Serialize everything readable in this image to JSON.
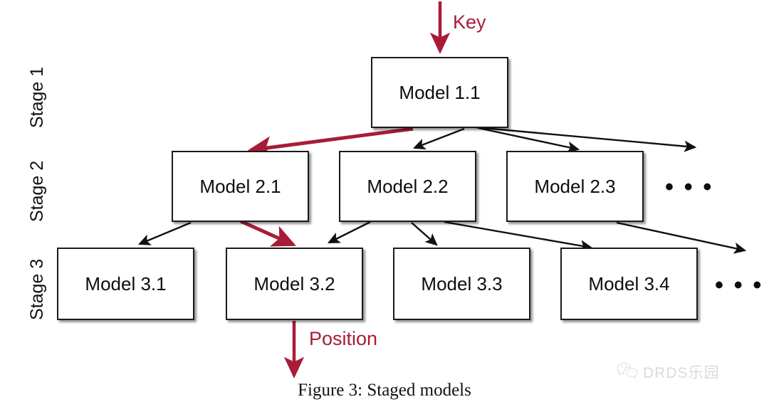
{
  "figure": {
    "caption": "Figure 3: Staged models",
    "background_color": "#ffffff",
    "accent_red": "#a81c38",
    "line_color": "#111111"
  },
  "stages": [
    {
      "label": "Stage 1"
    },
    {
      "label": "Stage 2"
    },
    {
      "label": "Stage 3"
    }
  ],
  "nodes": {
    "stage1": [
      {
        "label": "Model 1.1"
      }
    ],
    "stage2": [
      {
        "label": "Model 2.1"
      },
      {
        "label": "Model 2.2"
      },
      {
        "label": "Model 2.3"
      }
    ],
    "stage3": [
      {
        "label": "Model 3.1"
      },
      {
        "label": "Model 3.2"
      },
      {
        "label": "Model 3.3"
      },
      {
        "label": "Model 3.4"
      }
    ]
  },
  "ellipses": {
    "stage2": "• • •",
    "stage3": "• • •"
  },
  "annotations": {
    "key_label": "Key",
    "position_label": "Position"
  },
  "watermark": {
    "icon": "wechat-icon",
    "text": "DRDS乐园"
  }
}
